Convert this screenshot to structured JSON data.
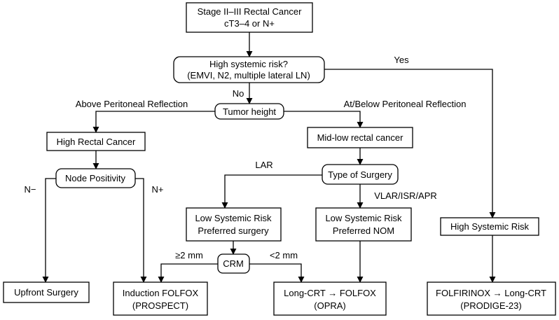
{
  "nodes": {
    "start": [
      "Stage II–III Rectal Cancer",
      "cT3–4 or N+"
    ],
    "systemic_risk_question": [
      "High systemic risk?",
      "(EMVI, N2, multiple lateral LN)"
    ],
    "tumor_height": [
      "Tumor height"
    ],
    "high_rectal": [
      "High Rectal Cancer"
    ],
    "mid_low_rectal": [
      "Mid-low rectal cancer"
    ],
    "node_positivity": [
      "Node Positivity"
    ],
    "type_of_surgery": [
      "Type of Surgery"
    ],
    "low_risk_surgery": [
      "Low Systemic Risk",
      "Preferred surgery"
    ],
    "low_risk_nom": [
      "Low Systemic Risk",
      "Preferred NOM"
    ],
    "high_systemic_risk": [
      "High Systemic Risk"
    ],
    "crm": [
      "CRM"
    ],
    "upfront_surgery": [
      "Upfront Surgery"
    ],
    "induction_folfox": [
      "Induction FOLFOX",
      "(PROSPECT)"
    ],
    "long_crt_folfox": [
      "Long-CRT → FOLFOX",
      "(OPRA)"
    ],
    "folfirinox": [
      "FOLFIRINOX → Long-CRT",
      "(PRODIGE-23)"
    ]
  },
  "edge_labels": {
    "yes": "Yes",
    "no": "No",
    "above": "Above Peritoneal Reflection",
    "below": "At/Below Peritoneal Reflection",
    "n_neg": "N−",
    "n_pos": "N+",
    "lar": "LAR",
    "vlar": "VLAR/ISR/APR",
    "ge2": "≥2 mm",
    "lt2": "<2 mm"
  }
}
